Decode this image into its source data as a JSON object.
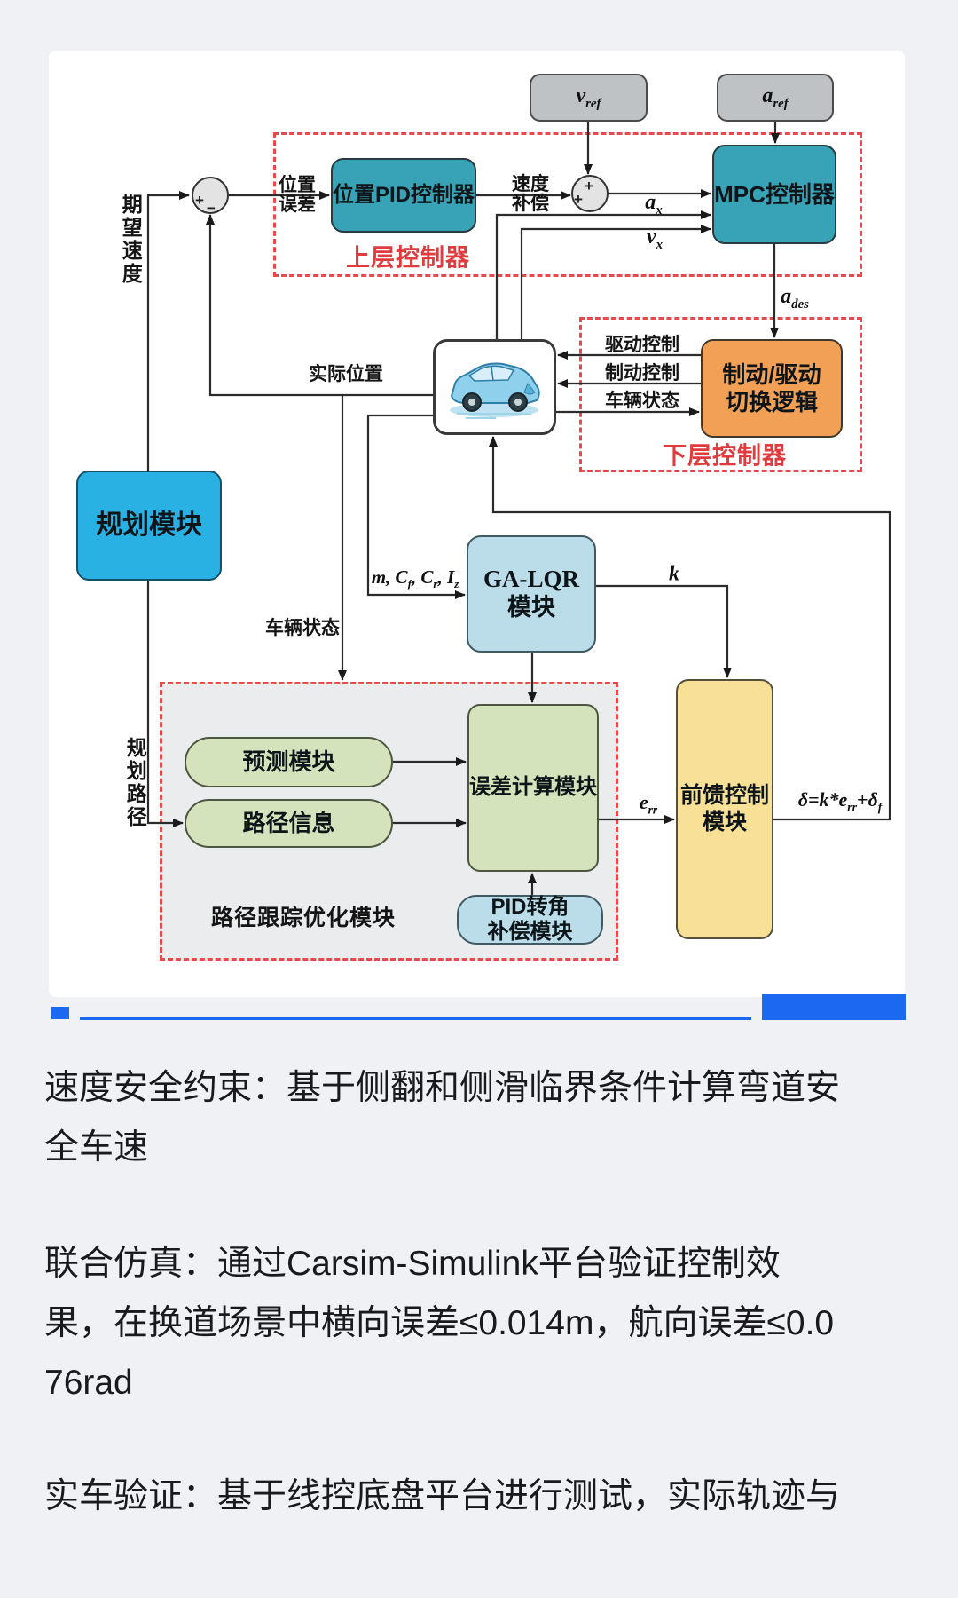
{
  "colors": {
    "accent_blue": "#1b69f1",
    "teal_box": "#38a2b6",
    "orange_box": "#f2a055",
    "plan_blue": "#2ab1e3",
    "pale_blue": "#badde9",
    "green_box": "#d5e3bc",
    "yellow_box": "#f8e096",
    "dashed_red": "#e8494d"
  },
  "diagram": {
    "boxes": {
      "vref": [
        [
          "v",
          0
        ],
        [
          "ref",
          1
        ]
      ],
      "aref": [
        [
          "a",
          0
        ],
        [
          "ref",
          1
        ]
      ],
      "pid": "位置PID控制器",
      "mpc": "MPC控制器",
      "brake": [
        "制动/驱动",
        "切换逻辑"
      ],
      "plan": "规划模块",
      "galqr": [
        "GA-LQR",
        "模块"
      ],
      "err_calc": "误差计算模块",
      "predict": "预测模块",
      "path_info": "路径信息",
      "pid_comp": [
        "PID转角",
        "补偿模块"
      ],
      "feedforward": [
        "前馈控制",
        "模块"
      ]
    },
    "regions": {
      "upper": "上层控制器",
      "lower": "下层控制器",
      "tracking": "路径跟踪优化模块"
    },
    "wire_labels": {
      "desired_speed": "期望速度",
      "plan_path": "规划路径",
      "pos_err": [
        "位置",
        "误差"
      ],
      "speed_comp": [
        "速度",
        "补偿"
      ],
      "drive_ctrl": "驱动控制",
      "brake_ctrl": "制动控制",
      "veh_state_r": "车辆状态",
      "veh_state_l": "车辆状态",
      "actual_pos": "实际位置"
    },
    "math_labels": {
      "ax": [
        [
          "a",
          0
        ],
        [
          "x",
          1
        ]
      ],
      "vx": [
        [
          "v",
          0
        ],
        [
          "x",
          1
        ]
      ],
      "ades": [
        [
          "a",
          0
        ],
        [
          "des",
          1
        ]
      ],
      "mparams": [
        [
          "m, C",
          0
        ],
        [
          "f",
          1
        ],
        [
          ", C",
          0
        ],
        [
          "r",
          1
        ],
        [
          ", I",
          0
        ],
        [
          "z",
          1
        ]
      ],
      "k": [
        [
          "k",
          0
        ]
      ],
      "err": [
        [
          "e",
          0
        ],
        [
          "rr",
          1
        ]
      ],
      "delta": [
        [
          "δ=k*e",
          0
        ],
        [
          "rr",
          1
        ],
        [
          "+δ",
          0
        ],
        [
          "f",
          1
        ]
      ]
    },
    "sum_signs": {
      "s1_left": "+",
      "s1_bottom": "−",
      "s2_top": "+",
      "s2_left": "+"
    }
  },
  "paragraphs": [
    {
      "lines": [
        "速度安全约束：基于侧翻和侧滑临界条件计算弯道安",
        "全车速"
      ]
    },
    {
      "lines": [
        "联合仿真：通过Carsim-Simulink平台验证控制效",
        "果，在换道场景中横向误差≤0.014m，航向误差≤0.0",
        "76rad"
      ]
    },
    {
      "lines": [
        "实车验证：基于线控底盘平台进行测试，实际轨迹与"
      ]
    }
  ]
}
